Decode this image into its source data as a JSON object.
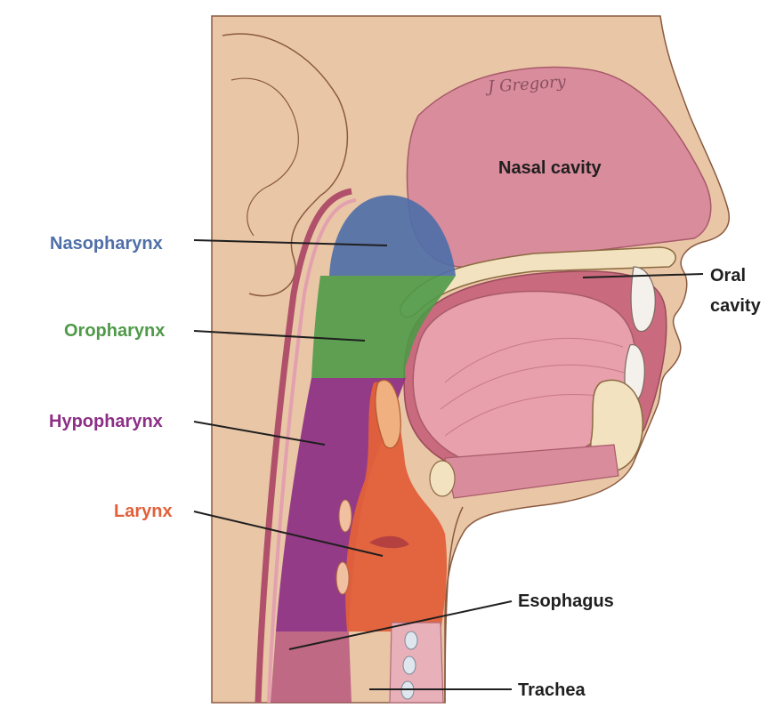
{
  "signature": "J Gregory",
  "labels": {
    "nasal_cavity": "Nasal cavity",
    "nasopharynx": "Nasopharynx",
    "oropharynx": "Oropharynx",
    "hypopharynx": "Hypopharynx",
    "larynx": "Larynx",
    "oral_cavity_line1": "Oral",
    "oral_cavity_line2": "cavity",
    "esophagus": "Esophagus",
    "trachea": "Trachea"
  },
  "colors": {
    "nasopharynx": "#4f6fa8",
    "oropharynx": "#4f9a48",
    "hypopharynx": "#8c2f86",
    "larynx": "#e2603a",
    "label_dark": "#1f1f1f",
    "skin": "#e8c4a4",
    "tissue": "#d98c9c"
  }
}
